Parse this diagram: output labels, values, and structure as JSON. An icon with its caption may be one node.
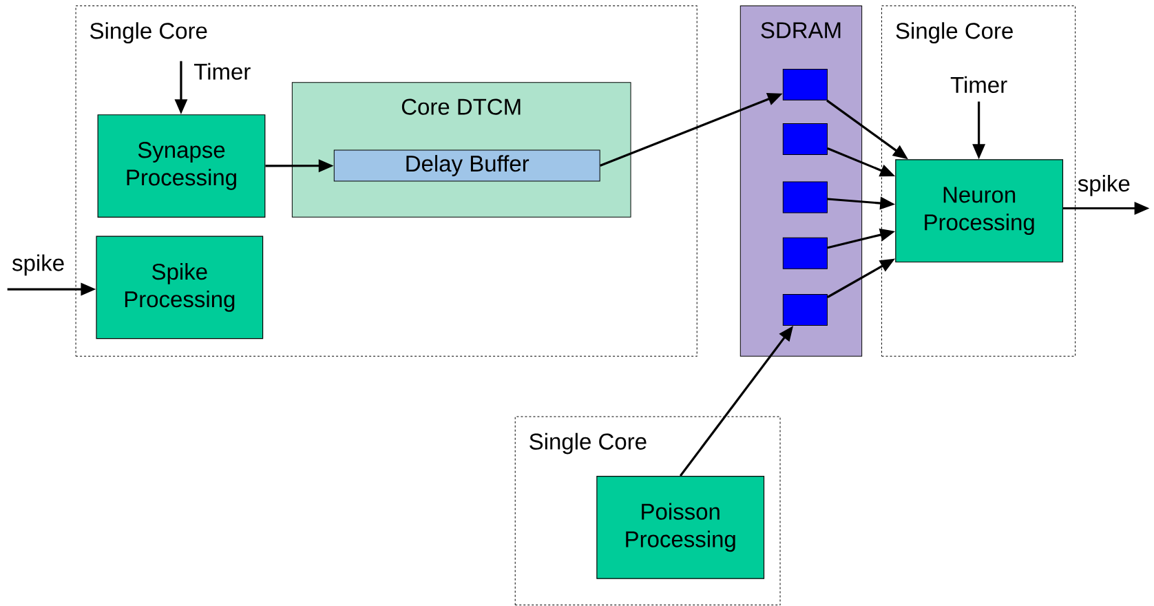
{
  "diagram": {
    "nodes": [
      {
        "text": [
          "Single Core"
        ]
      },
      {
        "text": [
          "Synapse Processing"
        ],
        "in": 0
      },
      {
        "text": [
          "Core DTCM"
        ],
        "in": 0
      },
      {
        "text": [
          "Delay Buffer"
        ],
        "in": 2
      },
      {
        "text": [
          "Spike Processing"
        ],
        "in": 0
      },
      {
        "text": [
          "SDRAM"
        ]
      },
      {
        "text": [],
        "shape": "box",
        "in": 5
      },
      {
        "text": [],
        "shape": "box",
        "in": 5
      },
      {
        "text": [],
        "shape": "box",
        "in": 5
      },
      {
        "text": [],
        "shape": "box",
        "in": 5
      },
      {
        "text": [],
        "shape": "box",
        "in": 5
      },
      {
        "text": [
          "Single Core"
        ]
      },
      {
        "text": [
          "Neuron Processing"
        ],
        "in": 11
      },
      {
        "text": [
          "Single Core"
        ]
      },
      {
        "text": [
          "Poisson Processing"
        ],
        "in": 13
      }
    ],
    "edges": [
      {
        "from": null,
        "to": 1,
        "arrow": "to",
        "label": "Timer"
      },
      {
        "from": null,
        "to": 4,
        "arrow": "to",
        "label": "spike"
      },
      {
        "from": 1,
        "to": 3,
        "arrow": "to"
      },
      {
        "from": 3,
        "to": 6,
        "arrow": "to"
      },
      {
        "from": 6,
        "to": 12,
        "arrow": "to"
      },
      {
        "from": 7,
        "to": 12,
        "arrow": "to"
      },
      {
        "from": 8,
        "to": 12,
        "arrow": "to"
      },
      {
        "from": 9,
        "to": 12,
        "arrow": "to"
      },
      {
        "from": 10,
        "to": 12,
        "arrow": "to"
      },
      {
        "from": null,
        "to": 12,
        "arrow": "to",
        "label": "Timer"
      },
      {
        "from": 12,
        "to": null,
        "arrow": "to",
        "label": "spike"
      },
      {
        "from": 14,
        "to": 10,
        "arrow": "to"
      }
    ]
  }
}
